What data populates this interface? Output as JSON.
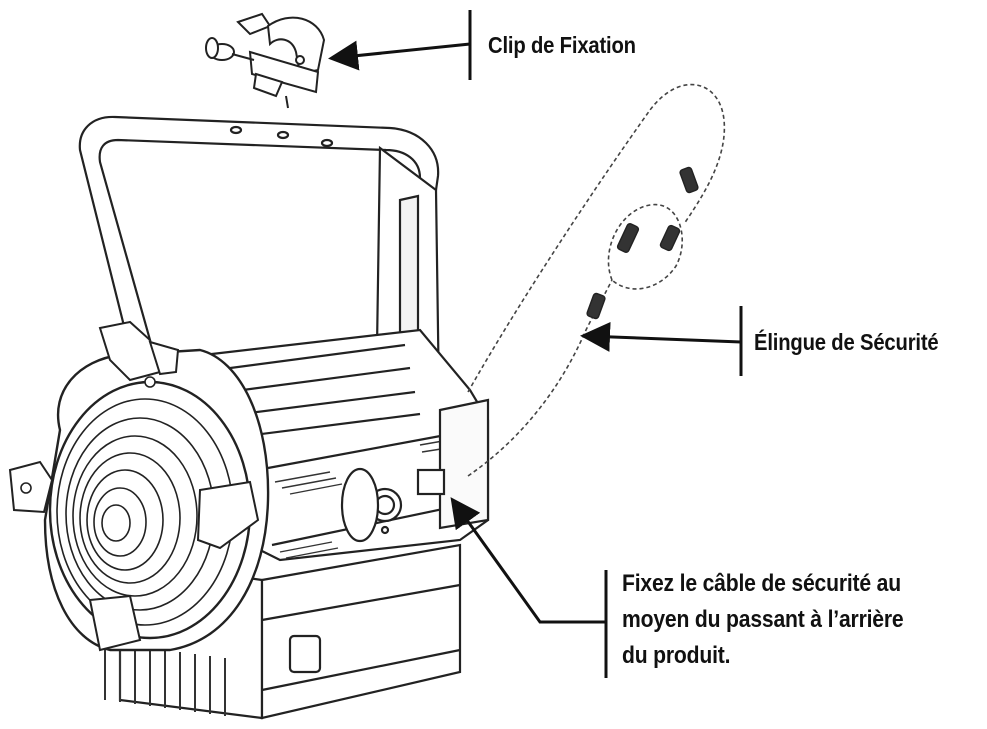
{
  "labels": {
    "clip": "Clip de Fixation",
    "sling": "Élingue de Sécurité",
    "cable_line1": "Fixez le câble de sécurité au",
    "cable_line2": "moyen du passant à l’arrière",
    "cable_line3": "du produit."
  },
  "colors": {
    "ink": "#111111",
    "background": "#ffffff"
  }
}
